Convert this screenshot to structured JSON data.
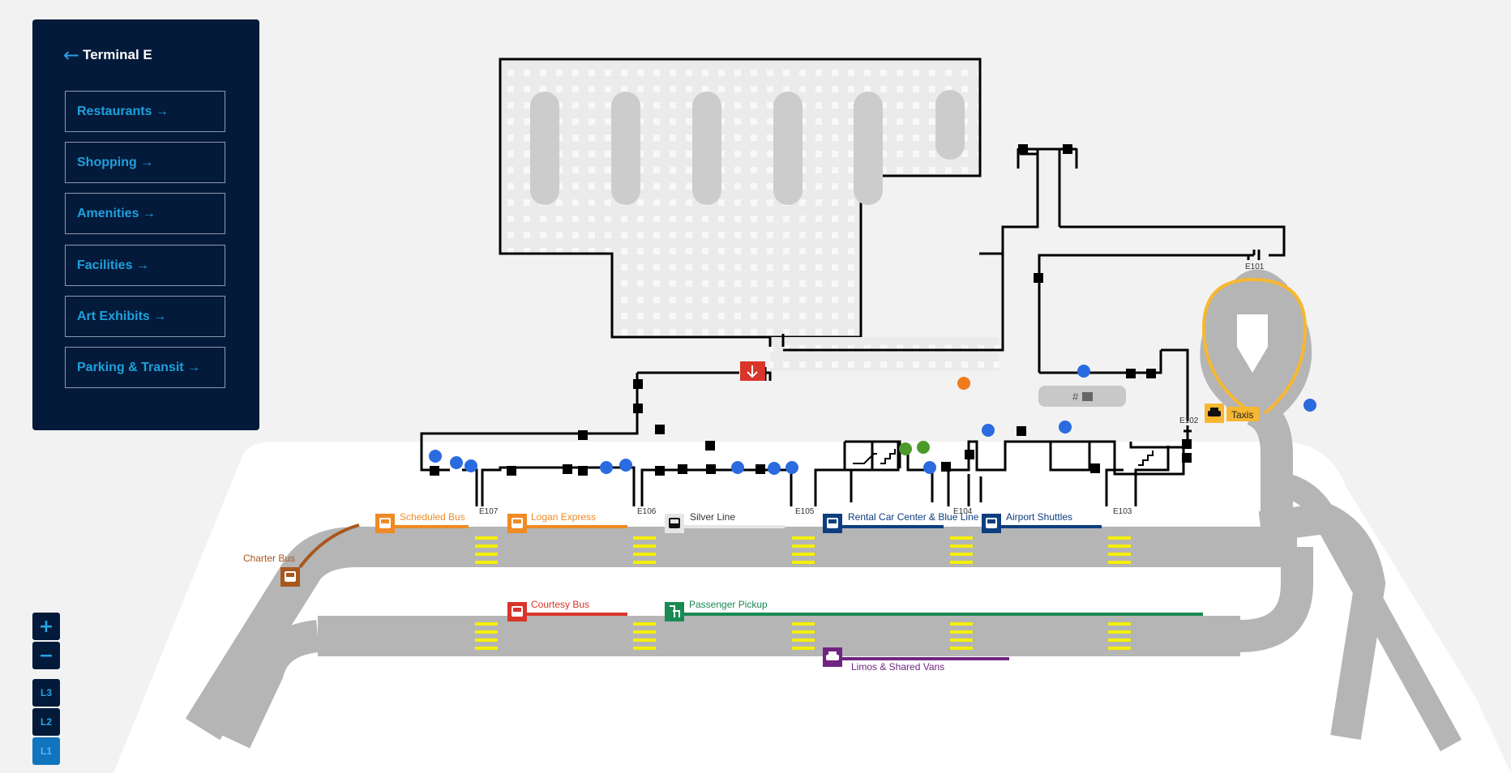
{
  "sidebar": {
    "title": "Terminal E",
    "back_icon": "arrow-left-icon",
    "links": [
      {
        "label": "Restaurants →"
      },
      {
        "label": "Shopping →"
      },
      {
        "label": "Amenities →"
      },
      {
        "label": "Facilities →"
      },
      {
        "label": "Art Exhibits →"
      },
      {
        "label": "Parking & Transit →"
      }
    ]
  },
  "zoom": {
    "in": "+",
    "out": "−"
  },
  "levels": [
    "L3",
    "L2",
    "L1"
  ],
  "active_level": "L1",
  "gates": [
    "E101",
    "E102",
    "E103",
    "E104",
    "E105",
    "E106",
    "E107"
  ],
  "transit": {
    "scheduled_bus": "Scheduled Bus",
    "logan_express": "Logan Express",
    "silver_line": "Silver Line",
    "rental_car": "Rental Car Center & Blue Line",
    "airport_shuttles": "Airport Shuttles",
    "charter_bus": "Charter Bus",
    "courtesy_bus": "Courtesy Bus",
    "passenger_pickup": "Passenger Pickup",
    "limos": "Limos & Shared Vans",
    "taxis": "Taxis"
  },
  "baggage_label": "#",
  "colors": {
    "sidebar_bg": "#041a3a",
    "accent": "#1ea0dc",
    "orange": "#ef8a24",
    "red": "#d9352b",
    "navy": "#0d3f7f",
    "green": "#198a52",
    "purple": "#6f2580",
    "brown": "#a8571d",
    "taxi": "#f7b731"
  }
}
